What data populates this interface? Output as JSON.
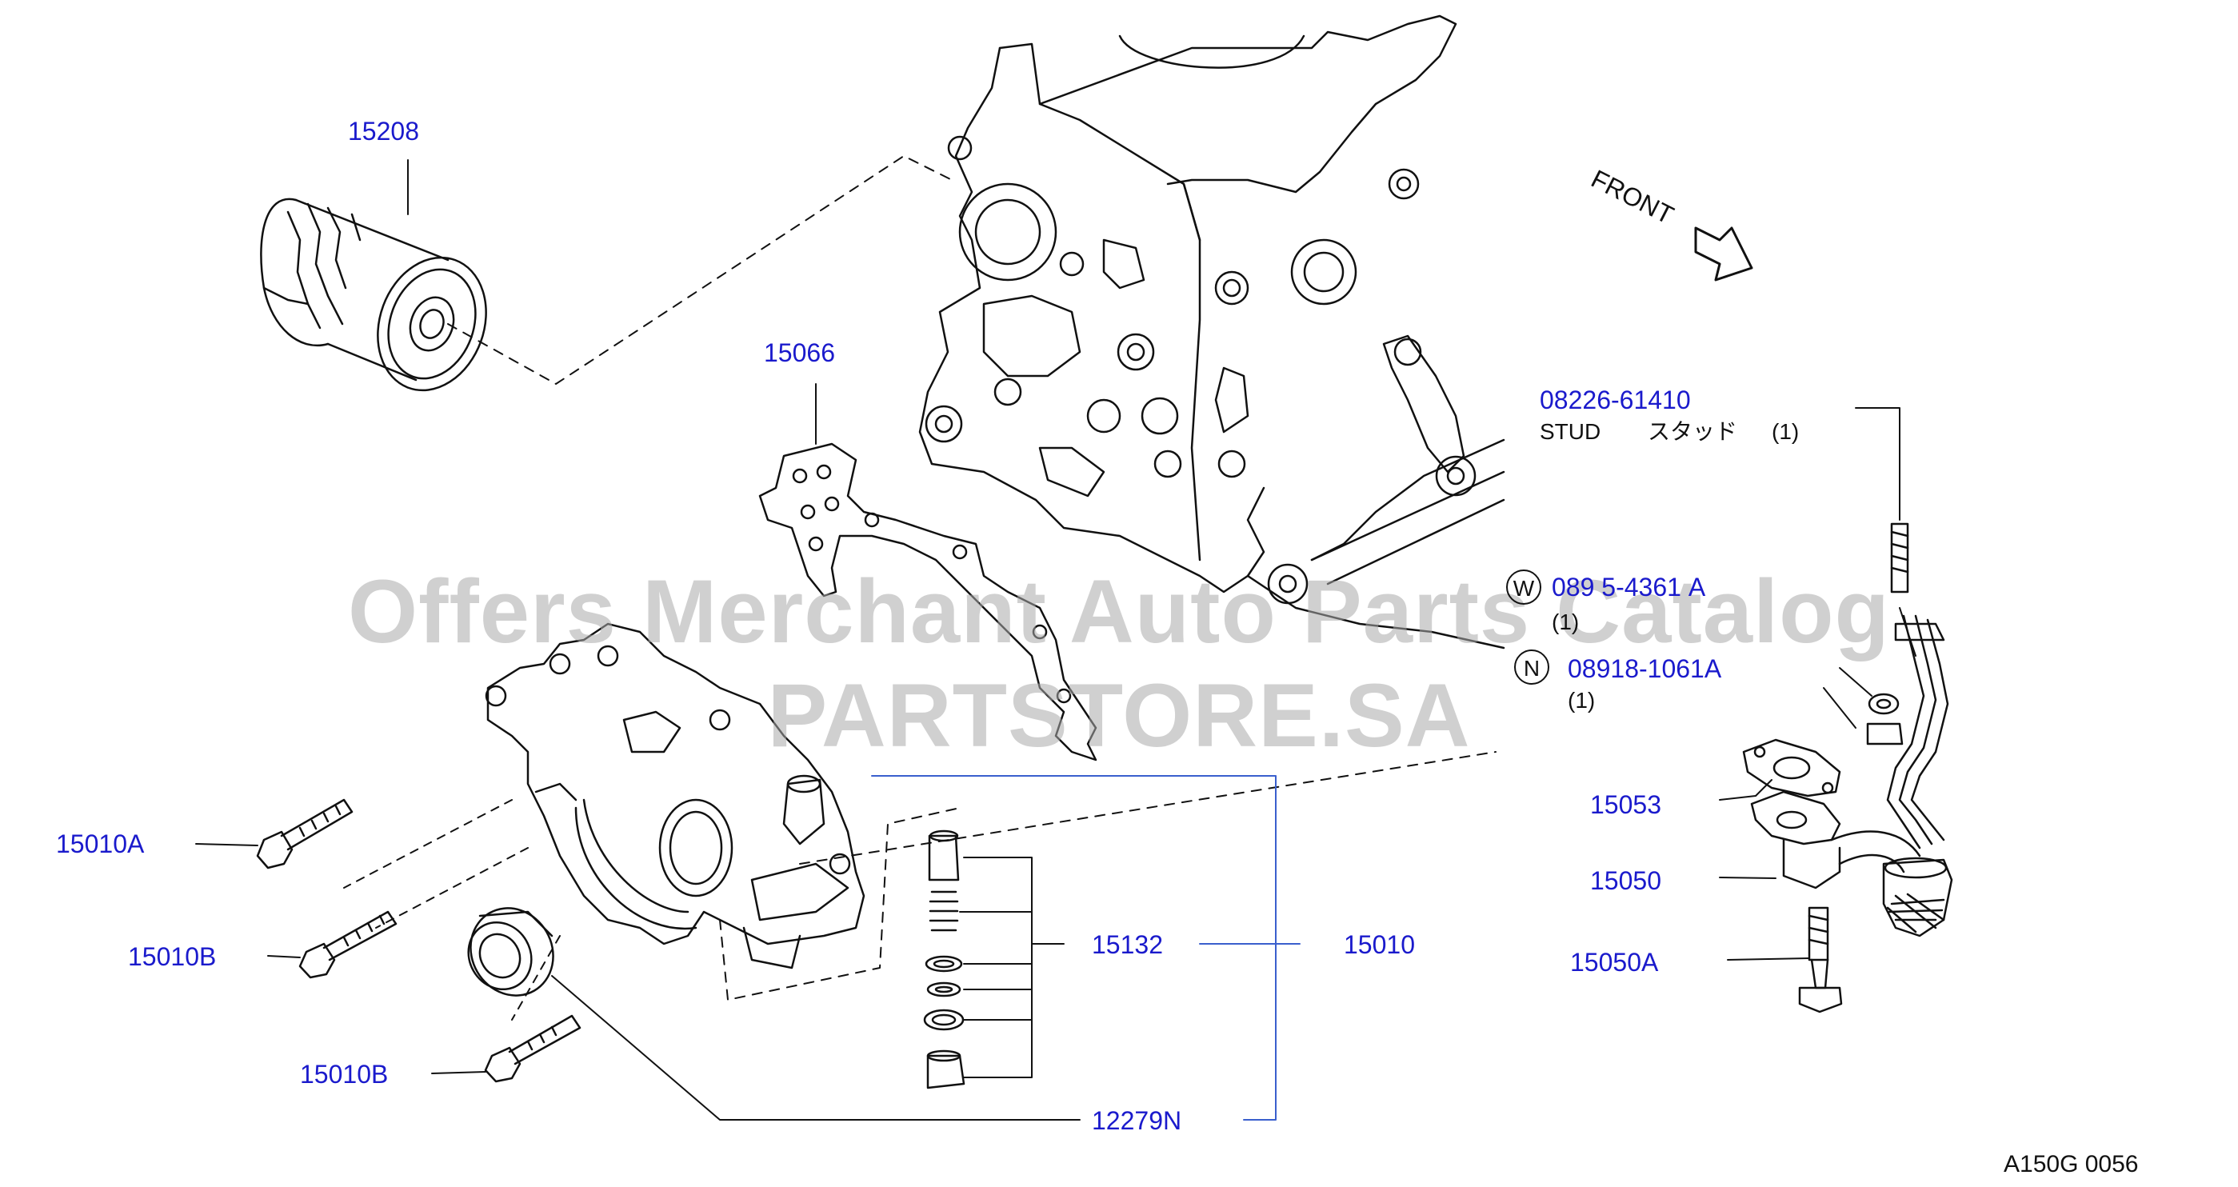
{
  "parts": {
    "p15208": "15208",
    "p15066": "15066",
    "p15010A": "15010A",
    "p15010B_1": "15010B",
    "p15010B_2": "15010B",
    "p15132": "15132",
    "p15010": "15010",
    "p12279N": "12279N",
    "p08226": "08226-61410",
    "p15053": "15053",
    "p15050": "15050",
    "p15050A": "15050A",
    "w_part": "089 5-4361 A",
    "n_part": "08918-1061A"
  },
  "notes": {
    "stud": "STUD",
    "stud_jp": "スタッド",
    "stud_qty": "(1)",
    "w_qty": "(1)",
    "n_qty": "(1)",
    "w_badge": "W",
    "n_badge": "N",
    "front": "FRONT"
  },
  "diagram_code": "A150G  0056",
  "watermark": "Offers Merchant Auto Parts Catalog PARTSTORE.SA",
  "colors": {
    "part_number": "#1a1acc",
    "line": "#111111",
    "callout": "#3a5fcd"
  }
}
